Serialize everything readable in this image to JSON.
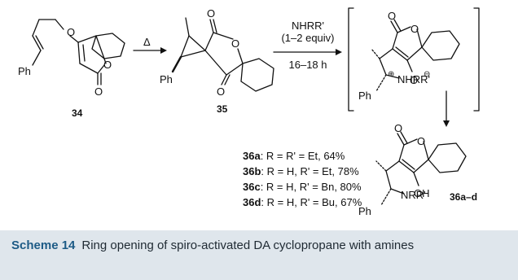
{
  "scheme": {
    "labels": {
      "ph_34": "Ph",
      "ph_35": "Ph",
      "ph_int": "Ph",
      "ph_prod": "Ph",
      "o_ether": "O",
      "o_ring_34": "O",
      "o_carbonyl_34": "O",
      "o_top_35": "O",
      "o_ring_35": "O",
      "o_bottom_35": "O",
      "o_carbonyl_int": "O",
      "o_ring_int": "O",
      "o_minus_int": "O",
      "o_carbonyl_prod": "O",
      "o_ring_prod": "O",
      "oh_prod": "OH",
      "nhrr_int": "NHRR'",
      "nrr_prod": "NRR'",
      "plus": "⊕",
      "minus": "⊖"
    },
    "arrow1_label": "Δ",
    "arrow2_reagent": "NHRR'",
    "arrow2_equiv": "(1–2 equiv)",
    "arrow2_time": "16–18 h",
    "compounds": {
      "c34": "34",
      "c35": "35",
      "c36": "36a–d"
    },
    "yields": [
      {
        "id": "36a",
        "text": ": R = R' = Et, 64%"
      },
      {
        "id": "36b",
        "text": ": R = H, R' = Et, 78%"
      },
      {
        "id": "36c",
        "text": ": R = H, R' = Bn, 80%"
      },
      {
        "id": "36d",
        "text": ": R = H, R' = Bu, 67%"
      }
    ]
  },
  "caption": {
    "scheme_label": "Scheme 14",
    "text": "Ring opening of spiro-activated DA cyclopropane with amines"
  }
}
